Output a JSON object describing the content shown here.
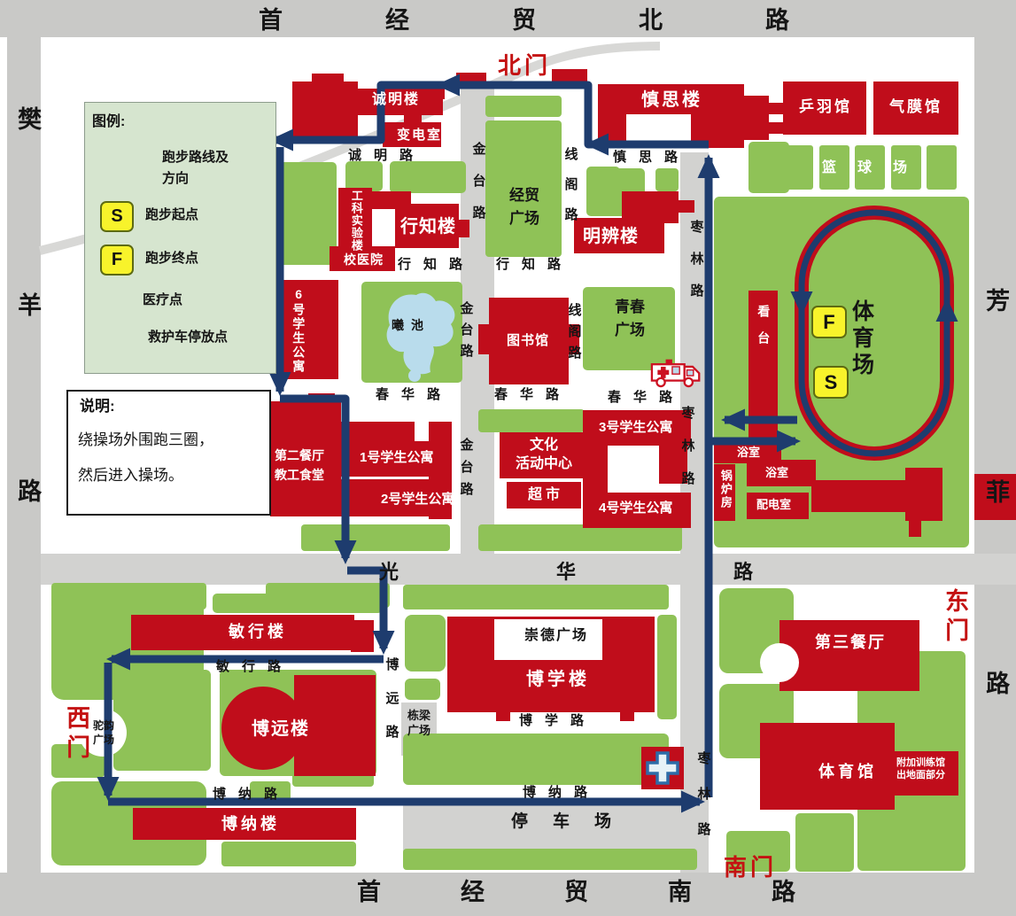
{
  "roads": {
    "north": "首经贸北路",
    "south": "首经贸南路",
    "fanyang": "樊羊路",
    "fangfei": "芳菲路",
    "chengming": "诚明路",
    "shensi": "慎思路",
    "jintai": "金台路",
    "xiange": "线阁路",
    "xingzhi": "行知路",
    "chunhua": "春华路",
    "zaolin": "枣林路",
    "guanghua": "光华路",
    "minxing": "敏行路",
    "boyuan": "博远路",
    "boxue": "博学路",
    "bona": "博纳路"
  },
  "gates": {
    "north": "北门",
    "south": "南门",
    "east": "东门",
    "west": "西门"
  },
  "buildings": {
    "chengminglou": "诚明楼",
    "biandianshi": "变电室",
    "gongke": "工科实验楼",
    "xingzhilou": "行知楼",
    "xiaoyiyuan": "校医院",
    "mingbianlou": "明辨楼",
    "shensilou": "慎思楼",
    "pingyuguan": "乒羽馆",
    "qimoguan": "气膜馆",
    "dorm6": "6号学生公寓",
    "tushuguan": "图书馆",
    "dorm1": "1号学生公寓",
    "dorm2": "2号学生公寓",
    "dorm3": "3号学生公寓",
    "dorm4": "4号学生公寓",
    "dining2": "第二餐厅\n教工食堂",
    "wenhua": "文化\n活动中心",
    "chaoshi": "超市",
    "yushi": "浴室",
    "guolufang": "锅炉房",
    "peidianshi": "配电室",
    "minxinglou": "敏行楼",
    "boyuanlou": "博远楼",
    "bonalou": "博纳楼",
    "boxuelou": "博学楼",
    "dining3": "第三餐厅",
    "tiyuguan": "体育馆",
    "fujia": "附加训练馆\n出地面部分"
  },
  "areas": {
    "jingmao": "经贸\n广场",
    "qingchun": "青春\n广场",
    "xichi": "曦池",
    "lanqiu": "篮球场",
    "kantai": "看台",
    "tiyuchang": "体育场",
    "chongde": "崇德广场",
    "dongliang": "栋梁\n广场",
    "tuoyun": "驼韵\n广场",
    "parking": "停车场"
  },
  "legend": {
    "title": "图例:",
    "route_label": "跑步路线及\n方向",
    "start_label": "跑步起点",
    "finish_label": "跑步终点",
    "medical_label": "医疗点",
    "ambulance_label": "救护车停放点"
  },
  "note": {
    "title": "说明:",
    "line1": "绕操场外围跑三圈，",
    "line2": "然后进入操场。"
  },
  "markers": {
    "start": "S",
    "finish": "F"
  },
  "colors": {
    "building_red": "#c00d1b",
    "route_navy": "#1e3c6e",
    "green": "#8fc257",
    "road_gray": "#c9c9c7",
    "legend_green": "#d6e5cf",
    "marker_yellow": "#f8f32b",
    "pond_blue": "#b9dcec"
  }
}
